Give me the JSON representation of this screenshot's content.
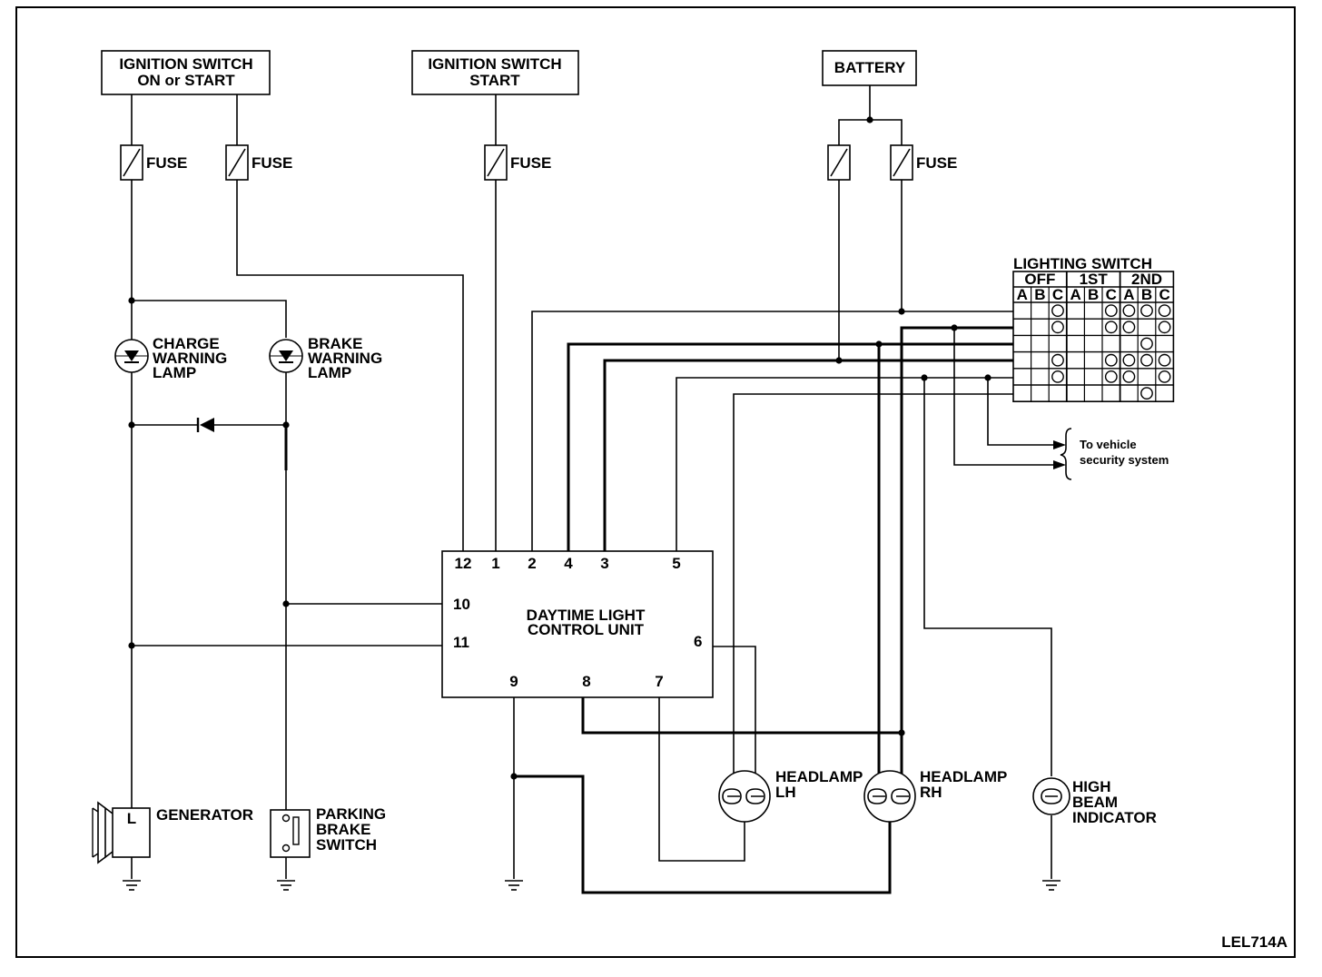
{
  "sources": {
    "ign_on_start": [
      "IGNITION SWITCH",
      "ON or START"
    ],
    "ign_start": [
      "IGNITION SWITCH",
      "START"
    ],
    "battery": "BATTERY"
  },
  "fuse_label": "FUSE",
  "lamps": {
    "charge": [
      "CHARGE",
      "WARNING",
      "LAMP"
    ],
    "brake": [
      "BRAKE",
      "WARNING",
      "LAMP"
    ]
  },
  "control_unit": {
    "name": [
      "DAYTIME LIGHT",
      "CONTROL UNIT"
    ],
    "pins": {
      "p12": "12",
      "p1": "1",
      "p2": "2",
      "p4": "4",
      "p3": "3",
      "p5": "5",
      "p10": "10",
      "p11": "11",
      "p6": "6",
      "p9": "9",
      "p8": "8",
      "p7": "7"
    }
  },
  "lighting_switch": {
    "title": "LIGHTING SWITCH",
    "positions": [
      "OFF",
      "1ST",
      "2ND"
    ],
    "contacts": [
      "A",
      "B",
      "C",
      "A",
      "B",
      "C",
      "A",
      "B",
      "C"
    ],
    "rows": [
      [
        0,
        0,
        1,
        0,
        0,
        1,
        1,
        1,
        1
      ],
      [
        0,
        0,
        1,
        0,
        0,
        1,
        1,
        0,
        1
      ],
      [
        0,
        0,
        0,
        0,
        0,
        0,
        0,
        1,
        0
      ],
      [
        0,
        0,
        1,
        0,
        0,
        1,
        1,
        1,
        1
      ],
      [
        0,
        0,
        1,
        0,
        0,
        1,
        1,
        0,
        1
      ],
      [
        0,
        0,
        0,
        0,
        0,
        0,
        0,
        1,
        0
      ]
    ]
  },
  "security_note": [
    "To vehicle",
    "security system"
  ],
  "components": {
    "headlamp_lh": [
      "HEADLAMP",
      "LH"
    ],
    "headlamp_rh": [
      "HEADLAMP",
      "RH"
    ],
    "high_beam": [
      "HIGH",
      "BEAM",
      "INDICATOR"
    ],
    "generator": "GENERATOR",
    "generator_terminal": "L",
    "parking_brake": [
      "PARKING",
      "BRAKE",
      "SWITCH"
    ]
  },
  "figure_code": "LEL714A"
}
